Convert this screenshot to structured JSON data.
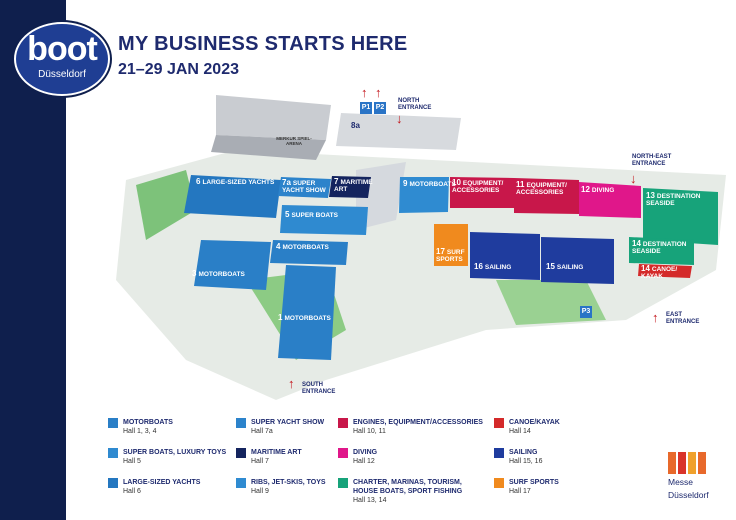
{
  "header": {
    "logo_word": "boot",
    "logo_city": "Düsseldorf",
    "headline": "MY BUSINESS STARTS HERE",
    "dates": "21–29 JAN 2023"
  },
  "colors": {
    "motorboats": "#2a7fc7",
    "super_boats": "#2f8ad0",
    "large_yachts": "#2477c0",
    "super_yacht_show": "#2c83cb",
    "maritime_art": "#14245e",
    "ribs": "#2f8bd1",
    "engines": "#c8174a",
    "diving": "#e0178a",
    "charter": "#17a37a",
    "canoe": "#d42a2a",
    "sailing": "#1f3c9e",
    "surf": "#f08a1e"
  },
  "map": {
    "halls": [
      {
        "num": "6",
        "label": "LARGE-SIZED YACHTS"
      },
      {
        "num": "7a",
        "label": "SUPER YACHT SHOW"
      },
      {
        "num": "7",
        "label": "MARITIME ART"
      },
      {
        "num": "9",
        "label": "MOTORBOATS"
      },
      {
        "num": "10",
        "label": "EQUIPMENT/ ACCESSORIES"
      },
      {
        "num": "11",
        "label": "EQUIPMENT/ ACCESSORIES"
      },
      {
        "num": "12",
        "label": "DIVING"
      },
      {
        "num": "13",
        "label": "DESTINATION SEASIDE"
      },
      {
        "num": "5",
        "label": "SUPER BOATS"
      },
      {
        "num": "4",
        "label": "MOTORBOATS"
      },
      {
        "num": "3",
        "label": "MOTORBOATS"
      },
      {
        "num": "1",
        "label": "MOTORBOATS"
      },
      {
        "num": "17",
        "label": "SURF SPORTS"
      },
      {
        "num": "16",
        "label": "SAILING"
      },
      {
        "num": "15",
        "label": "SAILING"
      },
      {
        "num": "14",
        "label": "DESTINATION SEASIDE"
      },
      {
        "num": "14",
        "label": "CANOE/ KAYAK"
      },
      {
        "num": "8a",
        "label": ""
      }
    ],
    "entrances": {
      "north": "NORTH ENTRANCE",
      "north_east": "NORTH-EAST ENTRANCE",
      "east": "EAST ENTRANCE",
      "south": "SOUTH ENTRANCE"
    },
    "parking": [
      "P1",
      "P2",
      "P3"
    ],
    "arena_label": "MERKUR SPIEL-ARENA"
  },
  "legend": [
    {
      "label": "MOTORBOATS",
      "sub": "Hall 1, 3, 4",
      "color": "#2a7fc7"
    },
    {
      "label": "SUPER BOATS, LUXURY TOYS",
      "sub": "Hall 5",
      "color": "#2f8ad0"
    },
    {
      "label": "LARGE-SIZED YACHTS",
      "sub": "Hall 6",
      "color": "#2477c0"
    },
    {
      "label": "SUPER YACHT SHOW",
      "sub": "Hall 7a",
      "color": "#2c83cb"
    },
    {
      "label": "MARITIME ART",
      "sub": "Hall 7",
      "color": "#14245e"
    },
    {
      "label": "RIBS, JET-SKIS, TOYS",
      "sub": "Hall 9",
      "color": "#2f8bd1"
    },
    {
      "label": "ENGINES, EQUIPMENT/ACCESSORIES",
      "sub": "Hall 10, 11",
      "color": "#c8174a"
    },
    {
      "label": "DIVING",
      "sub": "Hall 12",
      "color": "#e0178a"
    },
    {
      "label": "CHARTER, MARINAS, TOURISM,",
      "label2": "HOUSE BOATS, SPORT FISHING",
      "sub": "Hall 13, 14",
      "color": "#17a37a"
    },
    {
      "label": "CANOE/KAYAK",
      "sub": "Hall 14",
      "color": "#d42a2a"
    },
    {
      "label": "SAILING",
      "sub": "Hall 15, 16",
      "color": "#1f3c9e"
    },
    {
      "label": "SURF SPORTS",
      "sub": "Hall 17",
      "color": "#f08a1e"
    }
  ],
  "brand": {
    "line1": "Messe",
    "line2": "Düsseldorf"
  }
}
